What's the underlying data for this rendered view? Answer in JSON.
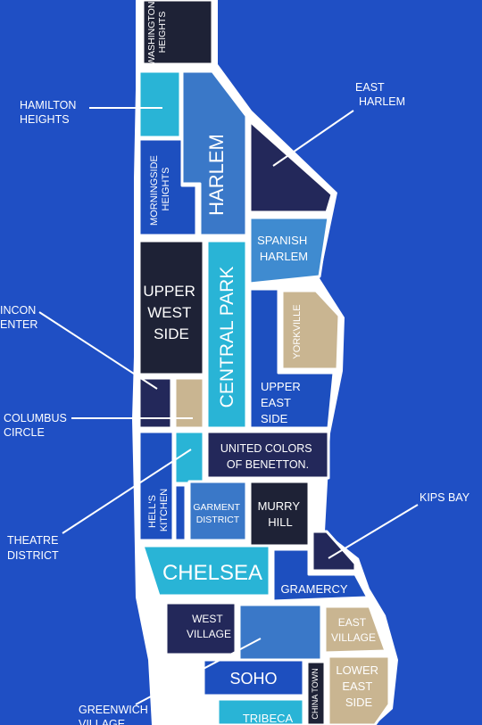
{
  "colors": {
    "fabric": "#1f4fc4",
    "navy": "#23285a",
    "royal": "#1d4fbf",
    "mid_blue": "#3a78c8",
    "steel_blue": "#3f8bd0",
    "light_blue": "#4aa2de",
    "cyan": "#29b4d6",
    "aqua": "#31a9cf",
    "beige": "#c9b591",
    "black_navy": "#1e2236",
    "outline": "#ffffff"
  },
  "map": {
    "washington_heights": [
      "WASHINGTON",
      "HEIGHTS"
    ],
    "harlem": "HARLEM",
    "morningside_heights": [
      "MORNINGSIDE",
      "HEIGHTS"
    ],
    "spanish_harlem": [
      "SPANISH",
      "HARLEM"
    ],
    "upper_west_side": [
      "UPPER",
      "WEST",
      "SIDE"
    ],
    "central_park": "CENTRAL PARK",
    "yorkville": "YORKVILLE",
    "upper_east_side": [
      "UPPER",
      "EAST",
      "SIDE"
    ],
    "united_colors": [
      "UNITED COLORS",
      "OF BENETTON."
    ],
    "hells_kitchen": [
      "HELL'S",
      "KITCHEN"
    ],
    "garment_district": [
      "GARMENT",
      "DISTRICT"
    ],
    "murry_hill": [
      "MURRY",
      "HILL"
    ],
    "chelsea": "CHELSEA",
    "gramercy": "GRAMERCY",
    "west_village": [
      "WEST",
      "VILLAGE"
    ],
    "east_village": [
      "EAST",
      "VILLAGE"
    ],
    "soho": "SOHO",
    "lower_east_side": [
      "LOWER",
      "EAST",
      "SIDE"
    ],
    "china_town": "CHINA TOWN",
    "tribeca": "TRIBECA"
  },
  "callouts": {
    "hamilton_heights": [
      "HAMILTON",
      "HEIGHTS"
    ],
    "east_harlem": [
      "EAST",
      "HARLEM"
    ],
    "lincoln_center": [
      "INCON",
      "ENTER"
    ],
    "columbus_circle": [
      "COLUMBUS",
      "CIRCLE"
    ],
    "theatre_district": [
      "THEATRE",
      "DISTRICT"
    ],
    "kips_bay": "KIPS BAY",
    "greenwich_village": [
      "GREENWICH",
      "VILLAGE"
    ]
  }
}
